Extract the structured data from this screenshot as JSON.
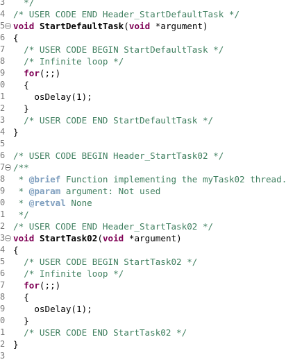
{
  "editor": {
    "lines": [
      {
        "num": "3",
        "fold": false,
        "tokens": [
          [
            "c",
            "  */"
          ]
        ]
      },
      {
        "num": "4",
        "fold": false,
        "tokens": [
          [
            "c",
            "/* USER CODE END Header_StartDefaultTask */"
          ]
        ]
      },
      {
        "num": "5",
        "fold": true,
        "tokens": [
          [
            "kw",
            "void"
          ],
          [
            "pl",
            " "
          ],
          [
            "fn",
            "StartDefaultTask"
          ],
          [
            "pl",
            "("
          ],
          [
            "kw",
            "void"
          ],
          [
            "pl",
            " *argument)"
          ]
        ]
      },
      {
        "num": "6",
        "fold": false,
        "tokens": [
          [
            "pl",
            "{"
          ]
        ]
      },
      {
        "num": "7",
        "fold": false,
        "tokens": [
          [
            "pl",
            "  "
          ],
          [
            "c",
            "/* USER CODE BEGIN StartDefaultTask */"
          ]
        ]
      },
      {
        "num": "8",
        "fold": false,
        "tokens": [
          [
            "pl",
            "  "
          ],
          [
            "c",
            "/* Infinite loop */"
          ]
        ]
      },
      {
        "num": "9",
        "fold": false,
        "tokens": [
          [
            "pl",
            "  "
          ],
          [
            "kw",
            "for"
          ],
          [
            "pl",
            "(;;)"
          ]
        ]
      },
      {
        "num": "0",
        "fold": false,
        "tokens": [
          [
            "pl",
            "  {"
          ]
        ]
      },
      {
        "num": "1",
        "fold": false,
        "tokens": [
          [
            "pl",
            "    osDelay(1);"
          ]
        ]
      },
      {
        "num": "2",
        "fold": false,
        "tokens": [
          [
            "pl",
            "  }"
          ]
        ]
      },
      {
        "num": "3",
        "fold": false,
        "tokens": [
          [
            "pl",
            "  "
          ],
          [
            "c",
            "/* USER CODE END StartDefaultTask */"
          ]
        ]
      },
      {
        "num": "4",
        "fold": false,
        "tokens": [
          [
            "pl",
            "}"
          ]
        ]
      },
      {
        "num": "5",
        "fold": false,
        "tokens": []
      },
      {
        "num": "6",
        "fold": false,
        "tokens": [
          [
            "c",
            "/* USER CODE BEGIN Header_StartTask02 */"
          ]
        ]
      },
      {
        "num": "7",
        "fold": true,
        "tokens": [
          [
            "c",
            "/**"
          ]
        ]
      },
      {
        "num": "8",
        "fold": false,
        "tokens": [
          [
            "c",
            " * "
          ],
          [
            "tag",
            "@brief"
          ],
          [
            "c",
            " Function implementing the myTask02 thread."
          ]
        ]
      },
      {
        "num": "9",
        "fold": false,
        "tokens": [
          [
            "c",
            " * "
          ],
          [
            "tag",
            "@param"
          ],
          [
            "c",
            " argument: Not used"
          ]
        ]
      },
      {
        "num": "0",
        "fold": false,
        "tokens": [
          [
            "c",
            " * "
          ],
          [
            "tag",
            "@retval"
          ],
          [
            "c",
            " None"
          ]
        ]
      },
      {
        "num": "1",
        "fold": false,
        "tokens": [
          [
            "c",
            " */"
          ]
        ]
      },
      {
        "num": "2",
        "fold": false,
        "tokens": [
          [
            "c",
            "/* USER CODE END Header_StartTask02 */"
          ]
        ]
      },
      {
        "num": "3",
        "fold": true,
        "tokens": [
          [
            "kw",
            "void"
          ],
          [
            "pl",
            " "
          ],
          [
            "fn",
            "StartTask02"
          ],
          [
            "pl",
            "("
          ],
          [
            "kw",
            "void"
          ],
          [
            "pl",
            " *argument)"
          ]
        ]
      },
      {
        "num": "4",
        "fold": false,
        "tokens": [
          [
            "pl",
            "{"
          ]
        ]
      },
      {
        "num": "5",
        "fold": false,
        "tokens": [
          [
            "pl",
            "  "
          ],
          [
            "c",
            "/* USER CODE BEGIN StartTask02 */"
          ]
        ]
      },
      {
        "num": "6",
        "fold": false,
        "tokens": [
          [
            "pl",
            "  "
          ],
          [
            "c",
            "/* Infinite loop */"
          ]
        ]
      },
      {
        "num": "7",
        "fold": false,
        "tokens": [
          [
            "pl",
            "  "
          ],
          [
            "kw",
            "for"
          ],
          [
            "pl",
            "(;;)"
          ]
        ]
      },
      {
        "num": "8",
        "fold": false,
        "tokens": [
          [
            "pl",
            "  {"
          ]
        ]
      },
      {
        "num": "9",
        "fold": false,
        "tokens": [
          [
            "pl",
            "    osDelay(1);"
          ]
        ]
      },
      {
        "num": "0",
        "fold": false,
        "tokens": [
          [
            "pl",
            "  }"
          ]
        ]
      },
      {
        "num": "1",
        "fold": false,
        "tokens": [
          [
            "pl",
            "  "
          ],
          [
            "c",
            "/* USER CODE END StartTask02 */"
          ]
        ]
      },
      {
        "num": "2",
        "fold": false,
        "tokens": [
          [
            "pl",
            "}"
          ]
        ]
      },
      {
        "num": "3",
        "fold": false,
        "tokens": []
      }
    ]
  },
  "colors": {
    "comment": "#3f7f5f",
    "keyword": "#7f0055",
    "javadoc_tag": "#7f9fbf",
    "line_number": "#787878",
    "background": "#ffffff"
  }
}
